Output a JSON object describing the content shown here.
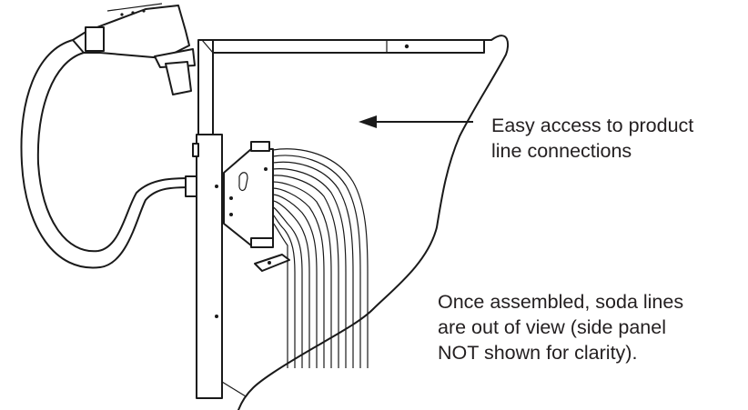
{
  "annotations": {
    "access": {
      "lines": [
        "Easy access to product",
        "line connections"
      ]
    },
    "assembled": {
      "lines": [
        "Once assembled, soda lines",
        "are out of view (side panel",
        "NOT shown for clarity)."
      ]
    }
  },
  "colors": {
    "ink": "#1a1a1a",
    "text": "#231f20",
    "background": "#ffffff"
  }
}
